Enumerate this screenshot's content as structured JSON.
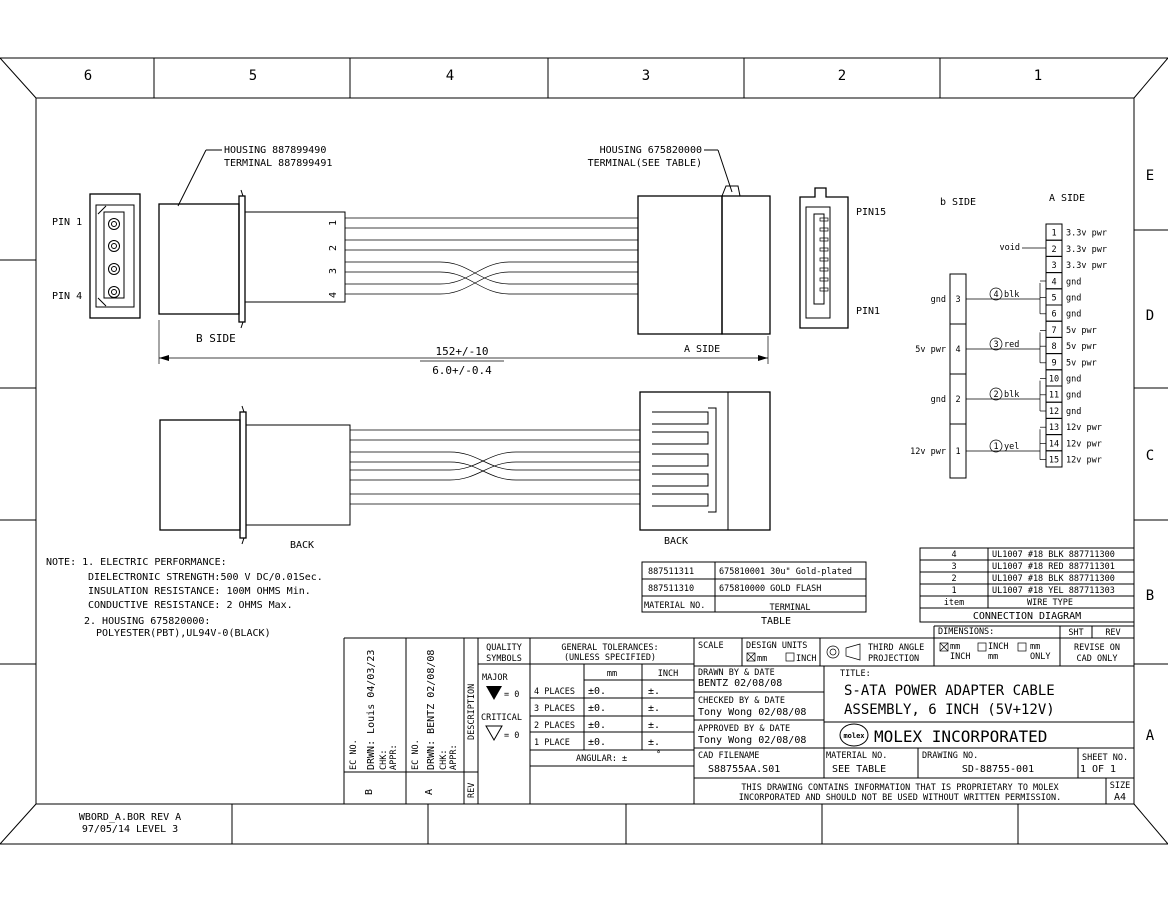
{
  "zones": {
    "columns": [
      "6",
      "5",
      "4",
      "3",
      "2",
      "1"
    ],
    "rows": [
      "E",
      "D",
      "C",
      "B",
      "A"
    ]
  },
  "top_view": {
    "housing_left": "HOUSING 887899490",
    "terminal_left": "TERMINAL 887899491",
    "housing_right": "HOUSING 675820000",
    "terminal_right": "TERMINAL(SEE TABLE)",
    "pin1": "PIN 1",
    "pin4": "PIN 4",
    "pin15": "PIN15",
    "pin1_right": "PIN1",
    "b_side": "B SIDE",
    "a_side": "A SIDE",
    "wire_numbers": [
      "1",
      "2",
      "3",
      "4"
    ],
    "dim_mm": "152+/-10",
    "dim_inch": "6.0+/-0.4"
  },
  "back_view": {
    "left": "BACK",
    "right": "BACK"
  },
  "connection": {
    "b_side": "b SIDE",
    "a_side": "A SIDE",
    "void": "void",
    "a_pins": [
      {
        "n": "1",
        "sig": "3.3v pwr"
      },
      {
        "n": "2",
        "sig": "3.3v pwr"
      },
      {
        "n": "3",
        "sig": "3.3v pwr"
      },
      {
        "n": "4",
        "sig": "gnd"
      },
      {
        "n": "5",
        "sig": "gnd"
      },
      {
        "n": "6",
        "sig": "gnd"
      },
      {
        "n": "7",
        "sig": "5v pwr"
      },
      {
        "n": "8",
        "sig": "5v pwr"
      },
      {
        "n": "9",
        "sig": "5v pwr"
      },
      {
        "n": "10",
        "sig": "gnd"
      },
      {
        "n": "11",
        "sig": "gnd"
      },
      {
        "n": "12",
        "sig": "gnd"
      },
      {
        "n": "13",
        "sig": "12v pwr"
      },
      {
        "n": "14",
        "sig": "12v pwr"
      },
      {
        "n": "15",
        "sig": "12v pwr"
      }
    ],
    "b_pins": [
      {
        "n": "3",
        "sig": "gnd"
      },
      {
        "n": "4",
        "sig": "5v pwr"
      },
      {
        "n": "2",
        "sig": "gnd"
      },
      {
        "n": "1",
        "sig": "12v pwr"
      }
    ],
    "wires": [
      {
        "n": "4",
        "color": "blk"
      },
      {
        "n": "3",
        "color": "red"
      },
      {
        "n": "2",
        "color": "blk"
      },
      {
        "n": "1",
        "color": "yel"
      }
    ],
    "title": "CONNECTION DIAGRAM"
  },
  "wire_table": {
    "rows": [
      {
        "item": "4",
        "type": "UL1007 #18 BLK 887711300"
      },
      {
        "item": "3",
        "type": "UL1007 #18 RED 887711301"
      },
      {
        "item": "2",
        "type": "UL1007 #18 BLK 887711300"
      },
      {
        "item": "1",
        "type": "UL1007 #18 YEL 887711303"
      }
    ],
    "h_item": "item",
    "h_type": "WIRE TYPE"
  },
  "material_table": {
    "rows": [
      {
        "mat": "887511311",
        "term": "675810001 30u\" Gold-plated"
      },
      {
        "mat": "887511310",
        "term": "675810000 GOLD FLASH"
      }
    ],
    "h_mat": "MATERIAL NO.",
    "h_term": "TERMINAL",
    "caption": "TABLE"
  },
  "notes": {
    "n1": "NOTE: 1. ELECTRIC PERFORMANCE:",
    "n1a": "DIELECTRONIC STRENGTH:500 V DC/0.01Sec.",
    "n1b": "INSULATION RESISTANCE: 100M OHMS Min.",
    "n1c": "CONDUCTIVE RESISTANCE: 2 OHMS Max.",
    "n2": "2. HOUSING 675820000:",
    "n2a": "POLYESTER(PBT),UL94V-0(BLACK)"
  },
  "title_block": {
    "rev_b_ecno": "EC NO.",
    "rev_b_drwn": "DRWN: Louis   04/03/23",
    "rev_b_chk": "CHK:",
    "rev_b_appr": "APPR:",
    "rev_a_ecno": "EC NO.",
    "rev_a_drwn": "DRWN: BENTZ   02/08/08",
    "rev_a_chk": "CHK:",
    "rev_a_appr": "APPR:",
    "rev_b": "B",
    "rev_a": "A",
    "description": "DESCRIPTION",
    "rev": "REV",
    "quality": "QUALITY",
    "symbols": "SYMBOLS",
    "major": "MAJOR",
    "critical": "CRITICAL",
    "sym_zero": "= 0",
    "gen_tol": "GENERAL TOLERANCES:",
    "unless": "(UNLESS SPECIFIED)",
    "mm": "mm",
    "inch": "INCH",
    "places": [
      "4 PLACES",
      "3 PLACES",
      "2 PLACES",
      "1 PLACE"
    ],
    "mm_tol": "±0.",
    "inch_tol": "±.",
    "angular": "ANGULAR: ±",
    "degree": "°",
    "scale": "SCALE",
    "design_units": "DESIGN UNITS",
    "du_mm": "mm",
    "du_inch": "INCH",
    "third_angle": "THIRD ANGLE",
    "projection": "PROJECTION",
    "dimensions": "DIMENSIONS:",
    "dim_mm": "mm",
    "dim_inch": "INCH",
    "dim_only": "ONLY",
    "sht": "SHT",
    "rev_h": "REV",
    "revise": "REVISE ON",
    "cad_only": "CAD ONLY",
    "drawn_by": "DRAWN BY & DATE",
    "drawn_val": "BENTZ        02/08/08",
    "checked_by": "CHECKED BY & DATE",
    "checked_val": "Tony Wong 02/08/08",
    "approved_by": "APPROVED BY & DATE",
    "approved_val": "Tony Wong 02/08/08",
    "title_label": "TITLE:",
    "title1": "S-ATA POWER ADAPTER CABLE",
    "title2": "ASSEMBLY, 6 INCH (5V+12V)",
    "molex_logo": "molex",
    "company": "MOLEX INCORPORATED",
    "cad_label": "CAD FILENAME",
    "cad_val": "S88755AA.S01",
    "material_label": "MATERIAL NO.",
    "material_val": "SEE TABLE",
    "drawing_label": "DRAWING NO.",
    "drawing_val": "SD-88755-001",
    "sheet_label": "SHEET NO.",
    "sheet_val": "1 OF 1",
    "prop1": "THIS DRAWING CONTAINS INFORMATION THAT IS PROPRIETARY TO MOLEX",
    "prop2": "INCORPORATED AND SHOULD NOT BE USED WITHOUT WRITTEN PERMISSION.",
    "size_label": "SIZE",
    "size_val": "A4"
  },
  "border_info": {
    "line1": "WBORD_A.BOR REV A",
    "line2": "97/05/14 LEVEL 3"
  }
}
